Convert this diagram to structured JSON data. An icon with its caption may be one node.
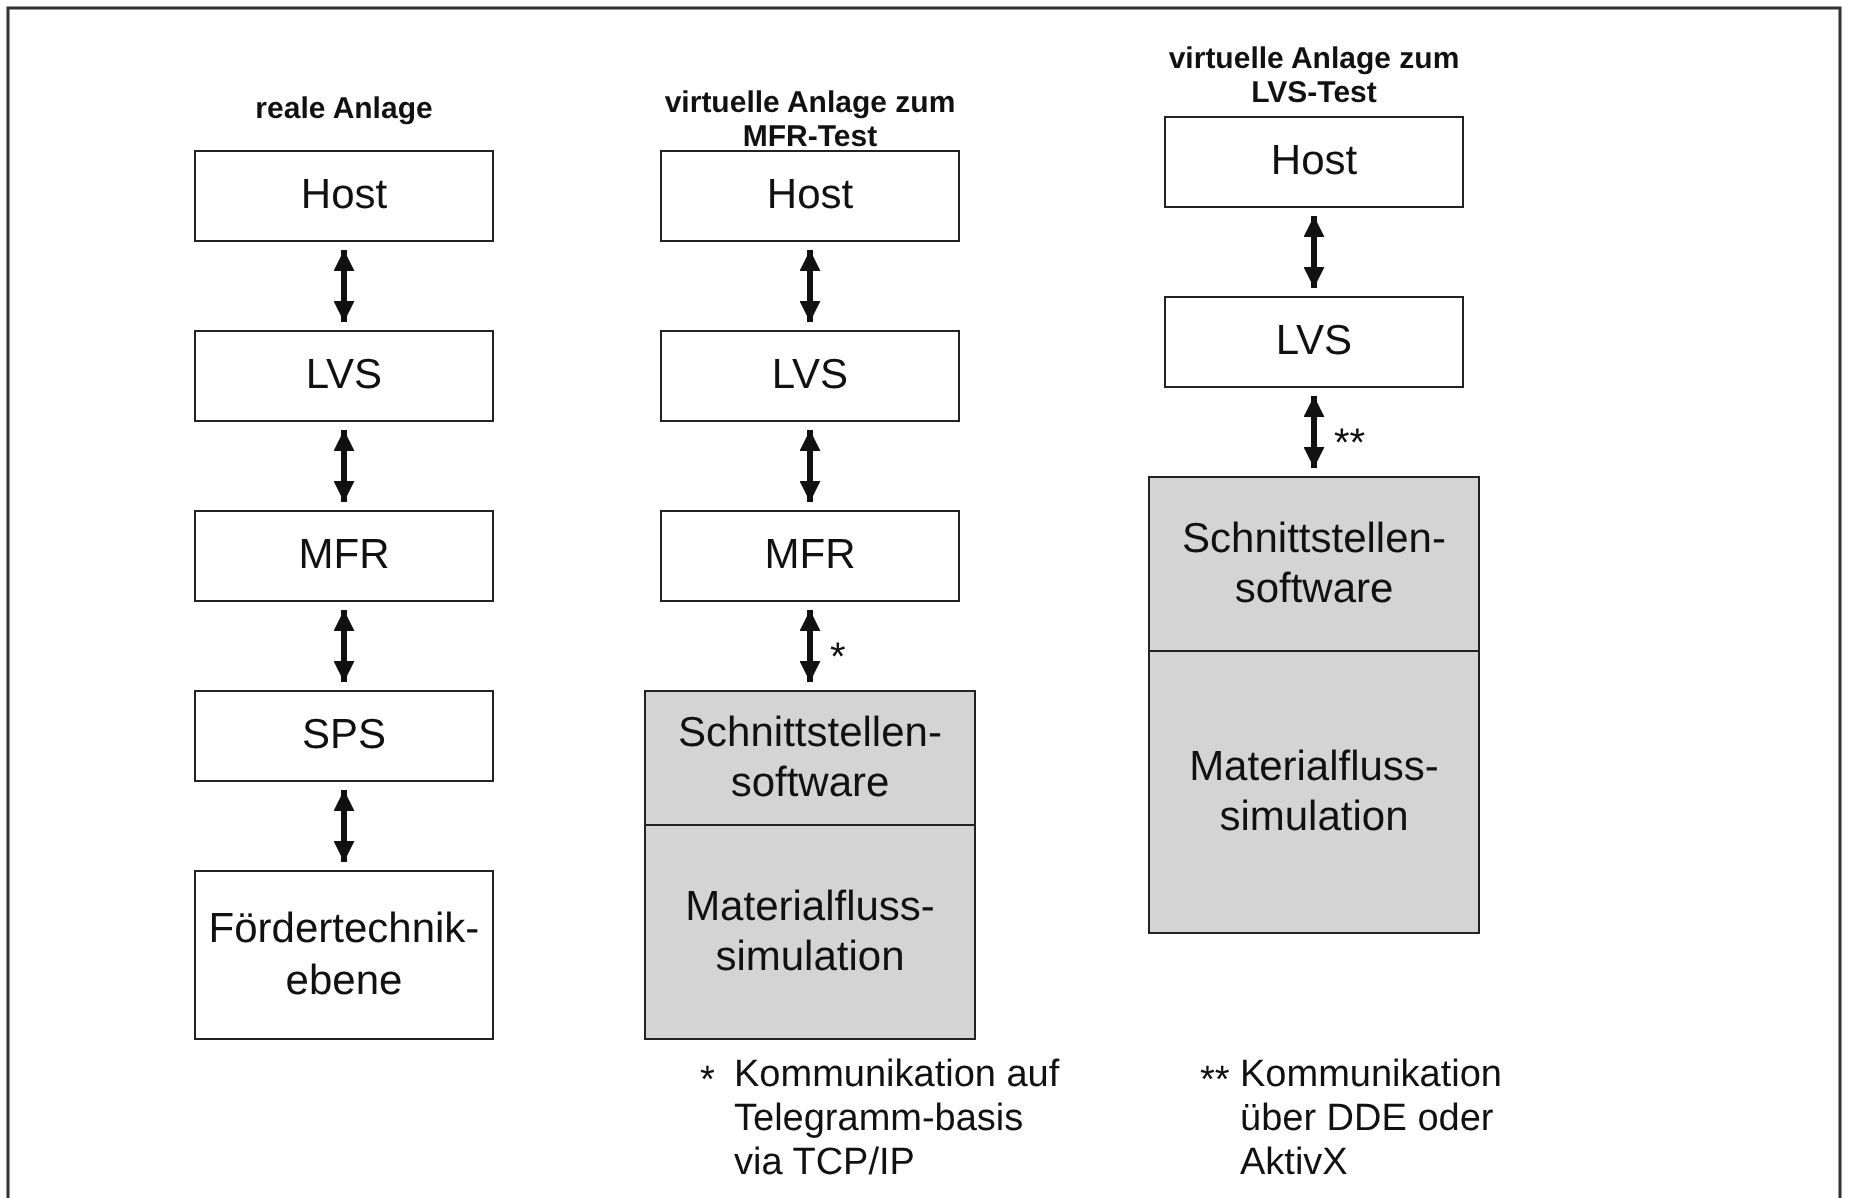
{
  "diagram": {
    "nodes": [
      {
        "text": [
          "Host"
        ]
      },
      {
        "text": [
          "LVS"
        ]
      },
      {
        "text": [
          "MFR"
        ]
      },
      {
        "text": [
          "SPS"
        ]
      },
      {
        "text": [
          "Fördertechnik-ebene"
        ]
      },
      {
        "text": [
          "Host"
        ]
      },
      {
        "text": [
          "LVS"
        ]
      },
      {
        "text": [
          "MFR"
        ]
      },
      {
        "text": [
          "Schnittstellen-software"
        ]
      },
      {
        "text": [
          "Materialfluss-simulation"
        ]
      },
      {
        "text": [
          "Host"
        ]
      },
      {
        "text": [
          "LVS"
        ]
      },
      {
        "text": [
          "Schnittstellen-software"
        ]
      },
      {
        "text": [
          "Materialfluss-simulation"
        ]
      }
    ],
    "edges": [
      {
        "from": 0,
        "to": 1,
        "arrow": "both"
      },
      {
        "from": 1,
        "to": 2,
        "arrow": "both"
      },
      {
        "from": 2,
        "to": 3,
        "arrow": "both"
      },
      {
        "from": 3,
        "to": 4,
        "arrow": "both"
      },
      {
        "from": 5,
        "to": 6,
        "arrow": "both"
      },
      {
        "from": 6,
        "to": 7,
        "arrow": "both"
      },
      {
        "from": 7,
        "to": 8,
        "arrow": "both",
        "label": "*"
      },
      {
        "from": 10,
        "to": 11,
        "arrow": "both"
      },
      {
        "from": 11,
        "to": 12,
        "arrow": "both",
        "label": "**"
      }
    ],
    "labels": [
      "virtuelle Anlage zum LVS-Test",
      "virtuelle Anlage zum MFR-Test",
      "reale Anlage",
      "*",
      "Kommunikation auf Telegramm-basis via TCP/IP",
      "**",
      "Kommunikation über DDE oder AktivX"
    ]
  }
}
